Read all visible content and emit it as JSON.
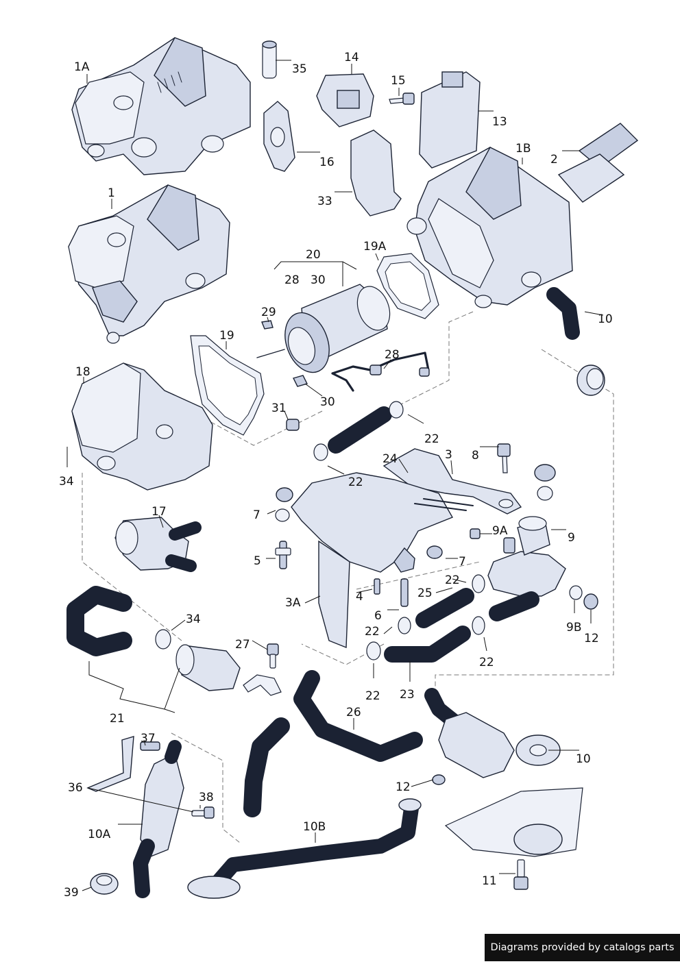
{
  "diagram": {
    "labels": [
      "1A",
      "35",
      "14",
      "15",
      "13",
      "16",
      "1B",
      "2",
      "33",
      "1",
      "20",
      "19A",
      "28",
      "30",
      "29",
      "19",
      "10",
      "28",
      "18",
      "31",
      "30",
      "22",
      "8",
      "3",
      "24",
      "34",
      "22",
      "9A",
      "9",
      "7",
      "17",
      "7",
      "5",
      "22",
      "25",
      "4",
      "3A",
      "6",
      "9B",
      "12",
      "34",
      "22",
      "27",
      "22",
      "21",
      "22",
      "23",
      "26",
      "10",
      "37",
      "36",
      "38",
      "12",
      "10A",
      "10B",
      "11",
      "39"
    ]
  },
  "credit": "Diagrams provided by catalogs parts"
}
